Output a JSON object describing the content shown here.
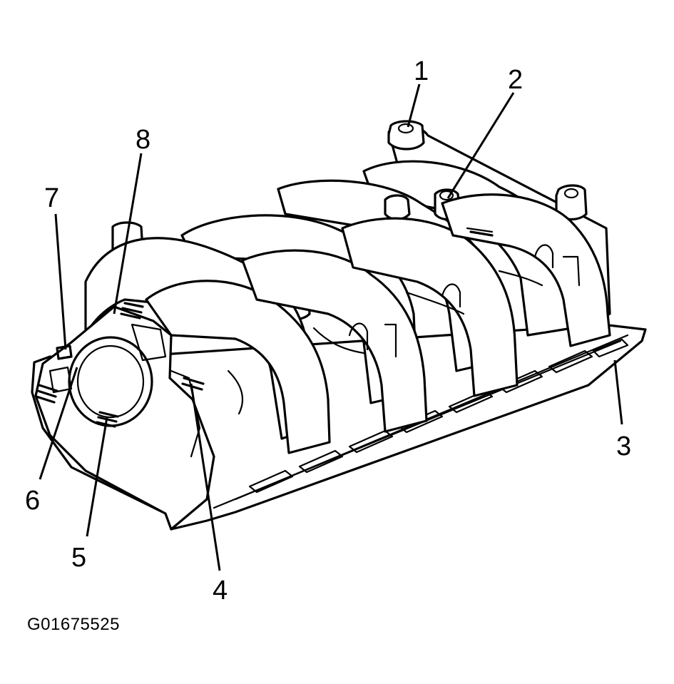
{
  "figure": {
    "id_label": "G01675525",
    "subject_icon": "intake-manifold-illustration"
  },
  "callouts": [
    {
      "number": "1"
    },
    {
      "number": "2"
    },
    {
      "number": "3"
    },
    {
      "number": "4"
    },
    {
      "number": "5"
    },
    {
      "number": "6"
    },
    {
      "number": "7"
    },
    {
      "number": "8"
    }
  ],
  "colors": {
    "ink": "#000000",
    "paper": "#ffffff"
  }
}
